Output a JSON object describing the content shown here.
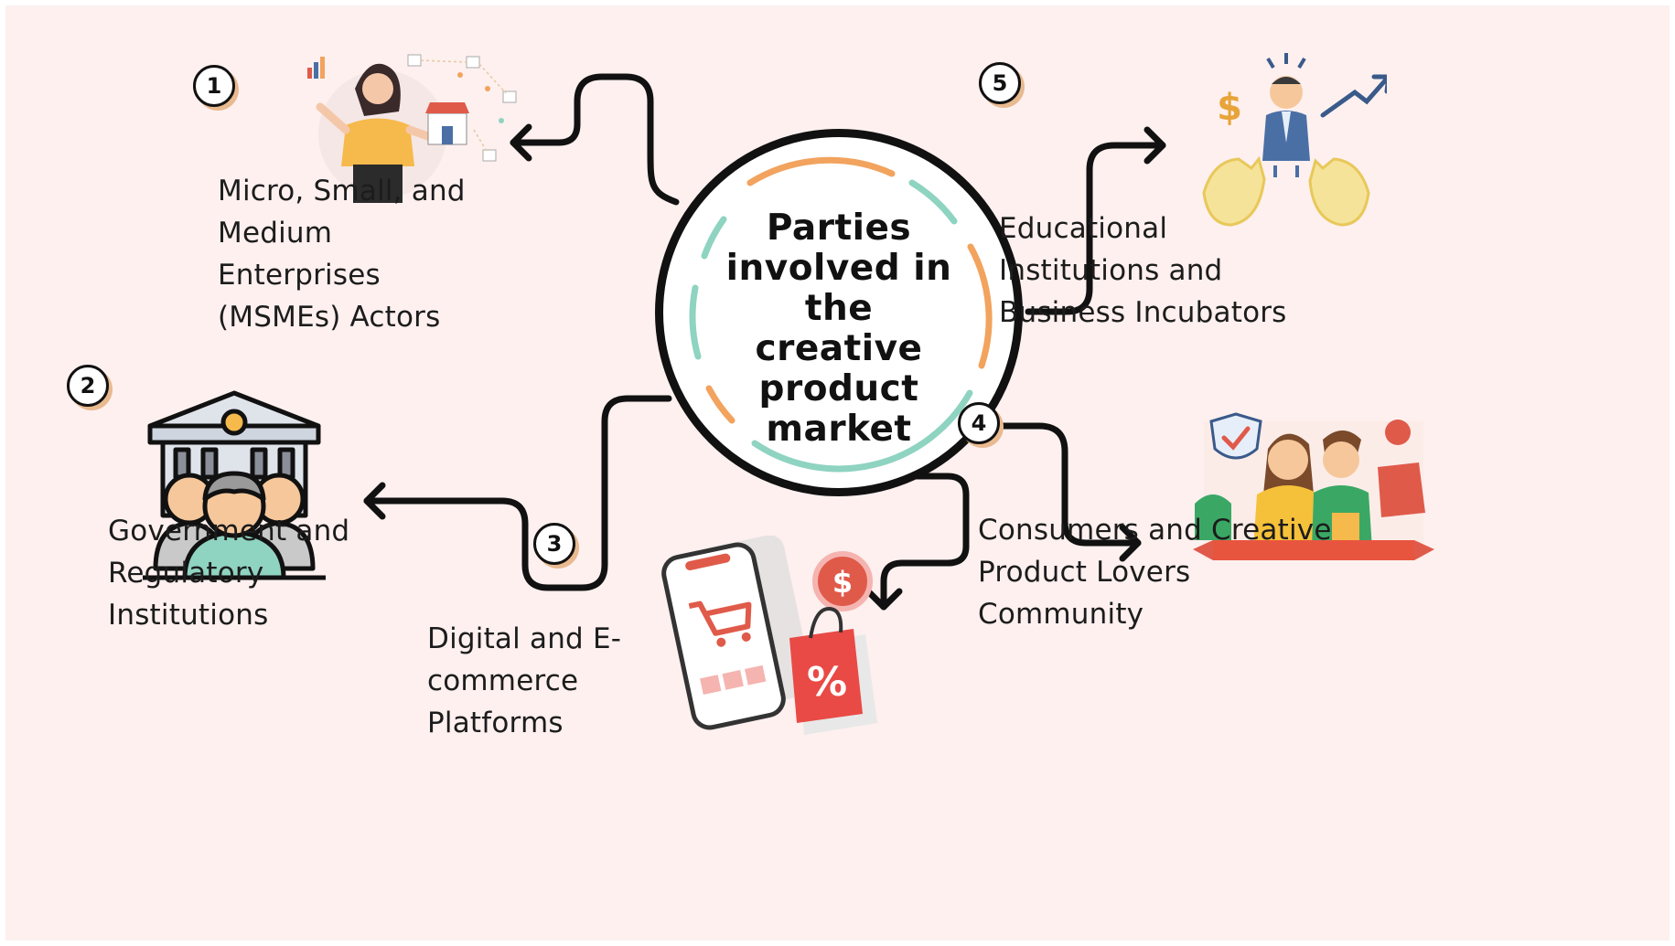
{
  "center": {
    "title": "Parties involved in the creative product market"
  },
  "parties": [
    {
      "number": "1",
      "label": "Micro, Small, and\nMedium\nEnterprises\n(MSMEs) Actors",
      "icon": "woman-presenting-shop-icon"
    },
    {
      "number": "2",
      "label": "Government and\nRegulatory\nInstitutions",
      "icon": "government-building-people-icon"
    },
    {
      "number": "3",
      "label": "Digital and E-\ncommerce\nPlatforms",
      "icon": "smartphone-shopping-icon"
    },
    {
      "number": "4",
      "label": "Consumers and Creative\nProduct Lovers\nCommunity",
      "icon": "couple-shopping-icon"
    },
    {
      "number": "5",
      "label": "Educational\nInstitutions and\nBusiness Incubators",
      "icon": "businessman-hatching-egg-icon"
    }
  ],
  "colors": {
    "background": "#fdf0ef",
    "ring_orange": "#f2a35e",
    "ring_teal": "#8fd3c1",
    "stroke": "#111111"
  }
}
